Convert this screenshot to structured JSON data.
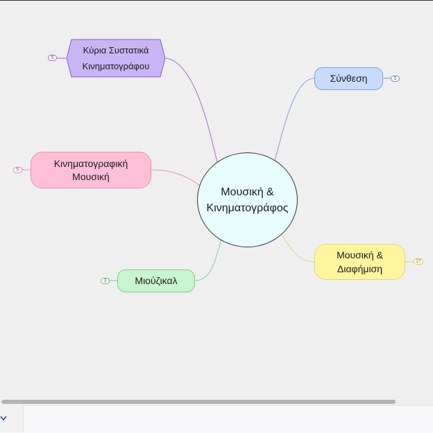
{
  "mindmap": {
    "center": {
      "line1": "Μουσική &",
      "line2": "Κινηματογράφος"
    },
    "topics": [
      {
        "id": "components",
        "line1": "Κύρια Συστατικά",
        "line2": "Κινηματογράφου",
        "count": "5",
        "color": "#c9b5f5"
      },
      {
        "id": "synthesis",
        "line1": "Σύνθεση",
        "count": "5",
        "color": "#c8dcff"
      },
      {
        "id": "film-music",
        "line1": "Κινηματογραφική",
        "line2": "Μουσική",
        "count": "5",
        "color": "#ffbfd7"
      },
      {
        "id": "musical",
        "line1": "Μιούζικαλ",
        "count": "3",
        "color": "#c8f5cd"
      },
      {
        "id": "advertising",
        "line1": "Μουσική &",
        "line2": "Διαφήμιση",
        "count": "17",
        "color": "#fff59e"
      }
    ]
  },
  "ui": {
    "collapse_icon": "chevron-down-icon"
  }
}
